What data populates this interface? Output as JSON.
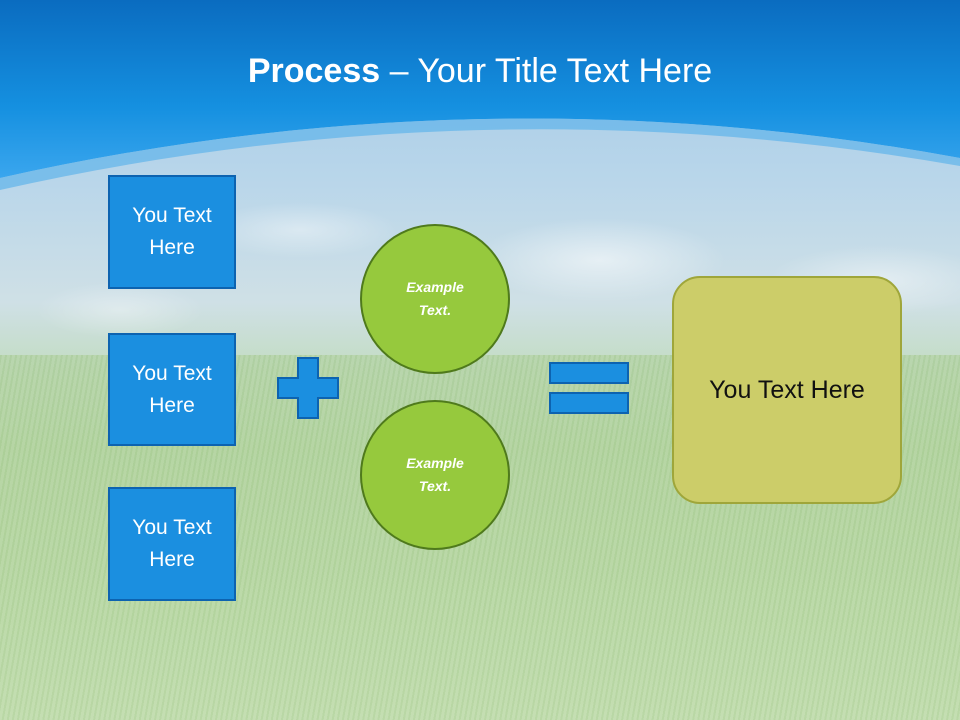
{
  "title": {
    "bold": "Process",
    "rest": " – Your Title Text Here"
  },
  "inputs": [
    {
      "text": "You Text Here"
    },
    {
      "text": "You Text Here"
    },
    {
      "text": "You Text Here"
    }
  ],
  "circles": [
    {
      "text": "Example Text."
    },
    {
      "text": "Example Text."
    }
  ],
  "result": {
    "text": "You Text Here"
  },
  "colors": {
    "box": "#1b8fe0",
    "circle": "#96c93d",
    "result": "#cccd69",
    "sky": "#0a74c9"
  }
}
